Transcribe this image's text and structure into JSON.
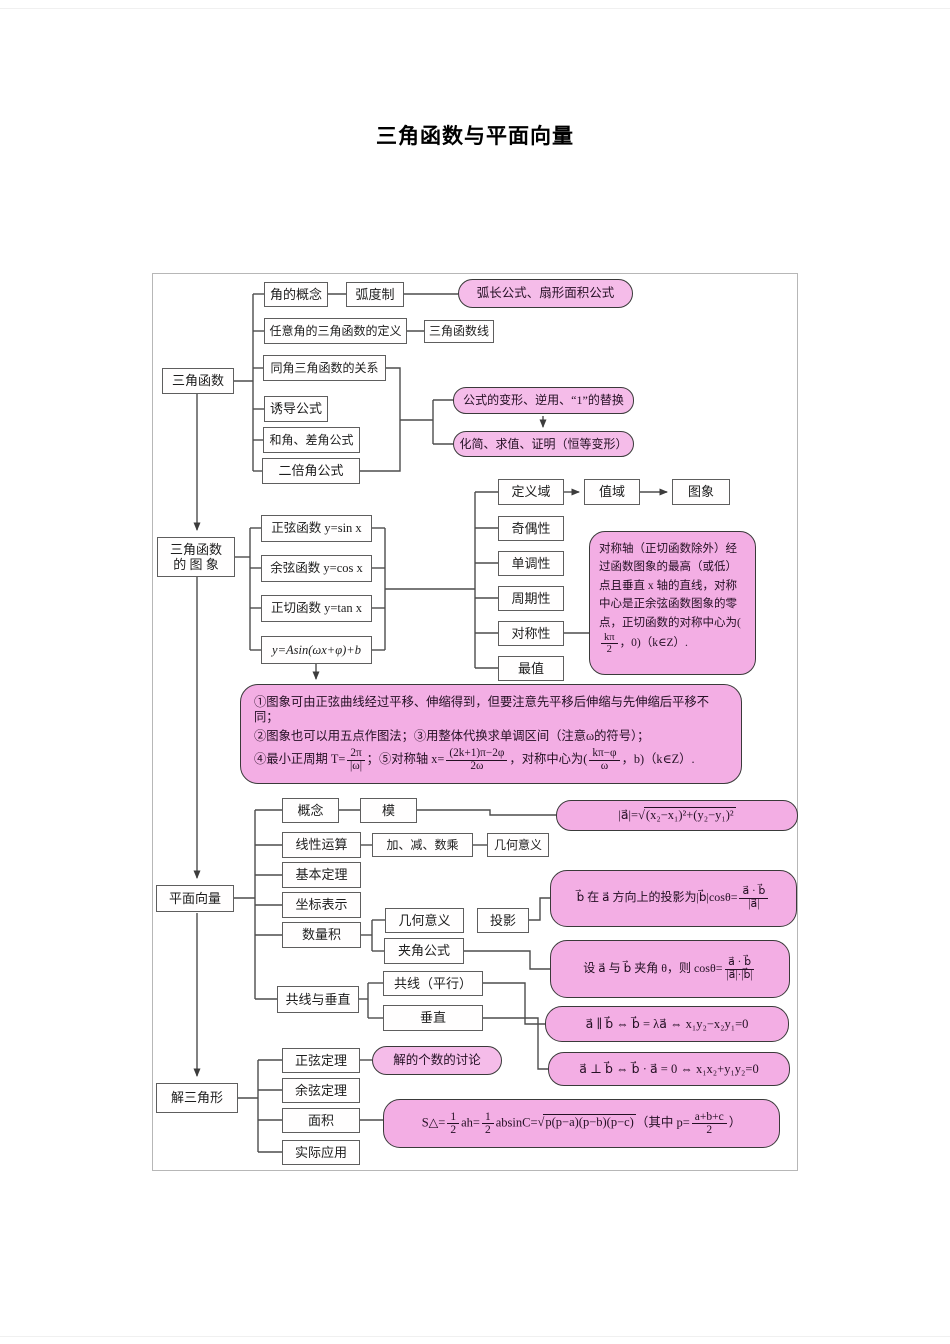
{
  "page": {
    "title": "三角函数与平面向量"
  },
  "trig": {
    "root": "三角函数",
    "concept": "角的概念",
    "radian": "弧度制",
    "arc_formula": "弧长公式、扇形面积公式",
    "definition": "任意角的三角函数的定义",
    "trig_lines": "三角函数线",
    "same_angle": "同角三角函数的关系",
    "induction": "诱导公式",
    "sum_diff": "和角、差角公式",
    "double_angle": "二倍角公式",
    "transform": "公式的变形、逆用、“1”的替换",
    "simplify": "化简、求值、证明（恒等变形）"
  },
  "graphs": {
    "root_line1": "三角函数",
    "root_line2": "的 图 象",
    "sine": "正弦函数 y=sin x",
    "cosine": "余弦函数 y=cos x",
    "tangent": "正切函数 y=tan x",
    "general": "y=Asin(ωx+φ)+b",
    "domain": "定义域",
    "range": "值域",
    "graph": "图象",
    "parity": "奇偶性",
    "monotonic": "单调性",
    "period": "周期性",
    "symmetry": "对称性",
    "extremum": "最值",
    "symmetry_note": [
      {
        "t": "对称轴（正切函数除外）经过函数图象的最高（或低）点且垂直 x 轴的直线，对称中心是正余弦函数图象的零点，正切函数的对称中心为("
      },
      {
        "f": [
          "kπ",
          "2"
        ]
      },
      {
        "t": "，0)（k∈Z）."
      }
    ],
    "notes_line1": "①图象可由正弦曲线经过平移、伸缩得到，但要注意先平移后伸缩与先伸缩后平移不同；",
    "notes_line2": "②图象也可以用五点作图法；③用整体代换求单调区间（注意ω的符号）；",
    "notes_line3": [
      {
        "t": "④最小正周期 T="
      },
      {
        "f": [
          "2π",
          "|ω|"
        ]
      },
      {
        "t": "；⑤对称轴 x="
      },
      {
        "f": [
          "(2k+1)π−2φ",
          "2ω"
        ]
      },
      {
        "t": "，对称中心为("
      },
      {
        "f": [
          "kπ−φ",
          "ω"
        ]
      },
      {
        "t": "，b)（k∈Z）."
      }
    ]
  },
  "vectors": {
    "root": "平面向量",
    "concept": "概念",
    "modulus": "模",
    "mod_formula": [
      {
        "t": "|a⃗|="
      },
      {
        "r": "(x₂−x₁)²+(y₂−y₁)²"
      }
    ],
    "linear": "线性运算",
    "ops": "加、减、数乘",
    "geo_meaning1": "几何意义",
    "theorem": "基本定理",
    "coords": "坐标表示",
    "dot_product": "数量积",
    "geo_meaning2": "几何意义",
    "projection": "投影",
    "proj_formula": [
      {
        "t": "b⃗ 在 a⃗ 方向上的投影为|b⃗|cosθ="
      },
      {
        "f": [
          "a⃗ · b⃗",
          "|a⃗|"
        ]
      }
    ],
    "angle_box": "夹角公式",
    "angle_formula": [
      {
        "t": "设 a⃗ 与 b⃗ 夹角 θ，则 cosθ="
      },
      {
        "f": [
          "a⃗ · b⃗",
          "|a⃗|·|b⃗|"
        ]
      }
    ],
    "collinear_perp": "共线与垂直",
    "collinear": "共线（平行）",
    "perpendicular": "垂直",
    "para_formula": [
      {
        "t": "a⃗ ∥ b⃗ ⇔ b⃗ = λa⃗ ⇔ x₁y₂−x₂y₁=0"
      }
    ],
    "perp_formula": [
      {
        "t": "a⃗ ⊥ b⃗ ⇔ b⃗ · a⃗ = 0 ⇔ x₁x₂+y₁y₂=0"
      }
    ]
  },
  "triangle": {
    "root": "解三角形",
    "sine_law": "正弦定理",
    "cosine_law": "余弦定理",
    "area": "面积",
    "application": "实际应用",
    "solutions": "解的个数的讨论",
    "area_formula": [
      {
        "t": "S△="
      },
      {
        "f": [
          "1",
          "2"
        ]
      },
      {
        "t": "ah="
      },
      {
        "f": [
          "1",
          "2"
        ]
      },
      {
        "t": "absinC="
      },
      {
        "r": "p(p−a)(p−b)(p−c)"
      },
      {
        "t": "（其中 p="
      },
      {
        "f": [
          "a+b+c",
          "2"
        ]
      },
      {
        "t": "）"
      }
    ]
  }
}
